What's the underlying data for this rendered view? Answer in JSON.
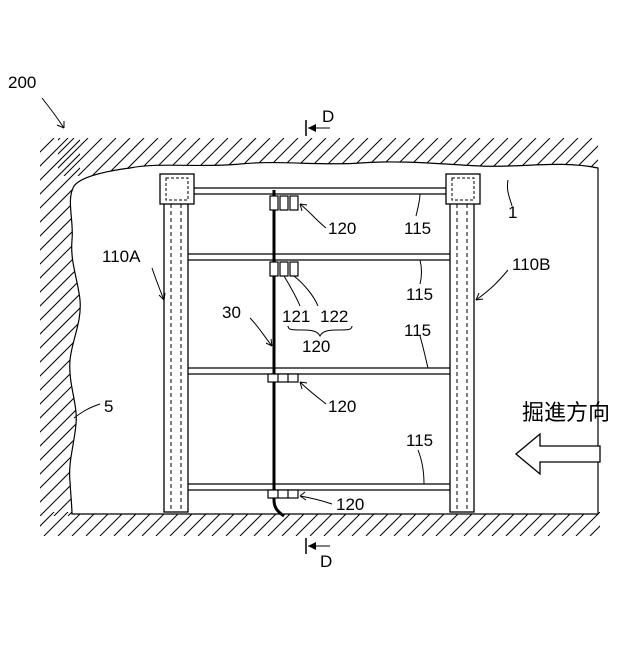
{
  "labels": {
    "fig_ref": "200",
    "section_letter_top": "D",
    "section_letter_bottom": "D",
    "ref_1": "1",
    "ref_5": "5",
    "ref_30": "30",
    "ref_110A": "110A",
    "ref_110B": "110B",
    "ref_115_a": "115",
    "ref_115_b": "115",
    "ref_115_c": "115",
    "ref_115_d": "115",
    "ref_120_a": "120",
    "ref_120_b": "120",
    "ref_120_c": "120",
    "ref_120_d": "120",
    "ref_121": "121",
    "ref_122": "122",
    "direction_text": "掘進方向"
  },
  "colors": {
    "line": "#000000",
    "background": "#ffffff"
  }
}
